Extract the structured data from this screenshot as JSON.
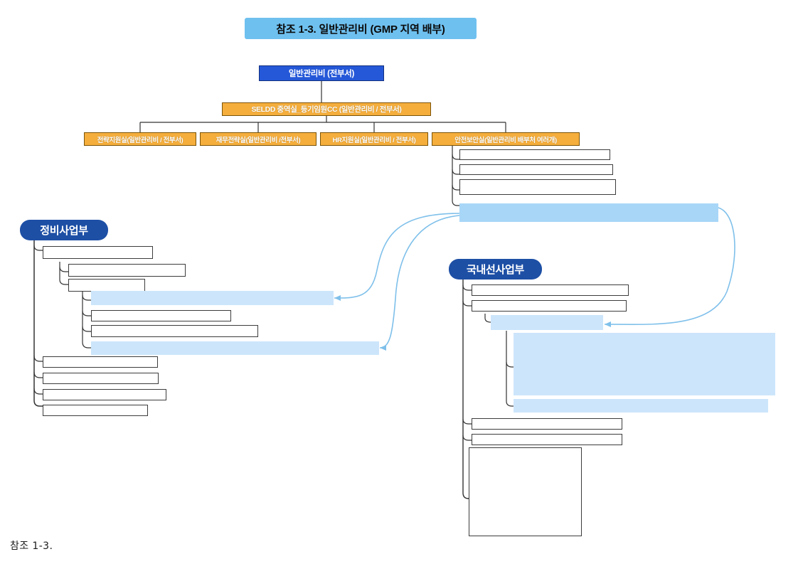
{
  "page": {
    "title": "참조 1-3. 일반관리비 (GMP 지역 배부)",
    "footer_label": "참조 1-3.",
    "background": "#ffffff"
  },
  "colors": {
    "title_banner": "#6ec0ef",
    "root_node": "#2558d8",
    "orange_node": "#f5ae3c",
    "orange_border": "#7b5408",
    "dept_pill": "#1d4fa5",
    "highlight_light": "#cce5fb",
    "highlight_strong": "#a8d6f7",
    "connector_line": "#333333",
    "arrow_curve": "#7fc0ea",
    "box_border": "#3c3c3c"
  },
  "hierarchy": {
    "root": {
      "label": "일반관리비 (전부서)",
      "type": "root-node"
    },
    "cost_center": {
      "label": "SELDD  중역실_등기임원CC (일반관리비 / 전부서)",
      "type": "cost-center-node"
    },
    "departments": [
      {
        "label": "전략지원실(일반관리비 / 전부서)"
      },
      {
        "label": "재무전략실(일반관리비 /전부서)"
      },
      {
        "label": "HR지원실(일반관리비 / 전부서)"
      },
      {
        "label": "안전보안실(일반관리비 배부처 여러개)"
      }
    ]
  },
  "security_branch": {
    "parent": "안전보안실(일반관리비 배부처 여러개)",
    "items": [
      {
        "label": "",
        "kind": "box"
      },
      {
        "label": "",
        "kind": "box"
      },
      {
        "label": "",
        "kind": "box"
      },
      {
        "label": "",
        "kind": "highlight-strong"
      }
    ]
  },
  "left_branch": {
    "header": "정비사업부",
    "items": [
      {
        "label": "",
        "kind": "box",
        "depth": 1
      },
      {
        "label": "",
        "kind": "box",
        "depth": 2
      },
      {
        "label": "",
        "kind": "box",
        "depth": 2
      },
      {
        "label": "",
        "kind": "highlight",
        "depth": 3
      },
      {
        "label": "",
        "kind": "box",
        "depth": 3
      },
      {
        "label": "",
        "kind": "box",
        "depth": 3
      },
      {
        "label": "",
        "kind": "highlight",
        "depth": 3
      },
      {
        "label": "",
        "kind": "box",
        "depth": 1
      },
      {
        "label": "",
        "kind": "box",
        "depth": 1
      },
      {
        "label": "",
        "kind": "box",
        "depth": 1
      },
      {
        "label": "",
        "kind": "box",
        "depth": 1
      }
    ]
  },
  "right_branch": {
    "header": "국내선사업부",
    "items": [
      {
        "label": "",
        "kind": "box",
        "depth": 1
      },
      {
        "label": "",
        "kind": "box",
        "depth": 1
      },
      {
        "label": "",
        "kind": "highlight",
        "depth": 2
      },
      {
        "label": "",
        "kind": "highlight-large",
        "depth": 3
      },
      {
        "label": "",
        "kind": "highlight",
        "depth": 3
      },
      {
        "label": "",
        "kind": "box",
        "depth": 1
      },
      {
        "label": "",
        "kind": "box",
        "depth": 1
      },
      {
        "label": "",
        "kind": "box-tall",
        "depth": 1
      }
    ]
  },
  "connectors": {
    "arrow_count": 3,
    "description": "curved light-blue arrows linking the 안전보안실 highlight bar to highlighted rows in 정비사업부 and 국내선사업부"
  }
}
